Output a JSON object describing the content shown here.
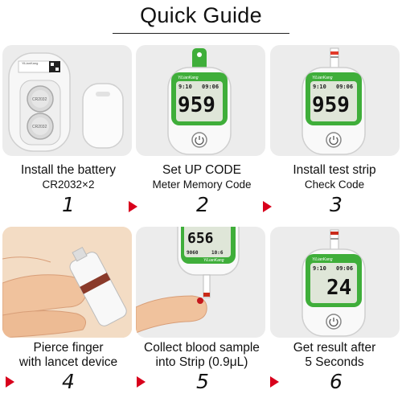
{
  "guide": {
    "title": "Quick Guide"
  },
  "steps": [
    {
      "caption": "Install the battery",
      "subcaption": "CR2032×2",
      "number": "1"
    },
    {
      "caption": "Set UP CODE",
      "subcaption": "Meter Memory Code",
      "number": "2"
    },
    {
      "caption": "Install test strip",
      "subcaption": "Check Code",
      "number": "3"
    },
    {
      "caption": "Pierce finger",
      "subcaption": "with lancet device",
      "number": "4"
    },
    {
      "caption": "Collect blood sample",
      "subcaption": "into Strip (0.9μL)",
      "number": "5"
    },
    {
      "caption": "Get result after",
      "subcaption": "5 Seconds",
      "number": "6"
    }
  ],
  "device": {
    "brand": "YiLianKang",
    "code": "959",
    "time": "9:10",
    "date": "09:06",
    "result": "24",
    "upside_code": "656",
    "upside_time": "9060",
    "upside_date": "10:6",
    "cell_label": "CR2032"
  },
  "colors": {
    "accent_green": "#3fae3a",
    "arrow_red": "#d8001c",
    "panel_bg": "#ececec"
  }
}
